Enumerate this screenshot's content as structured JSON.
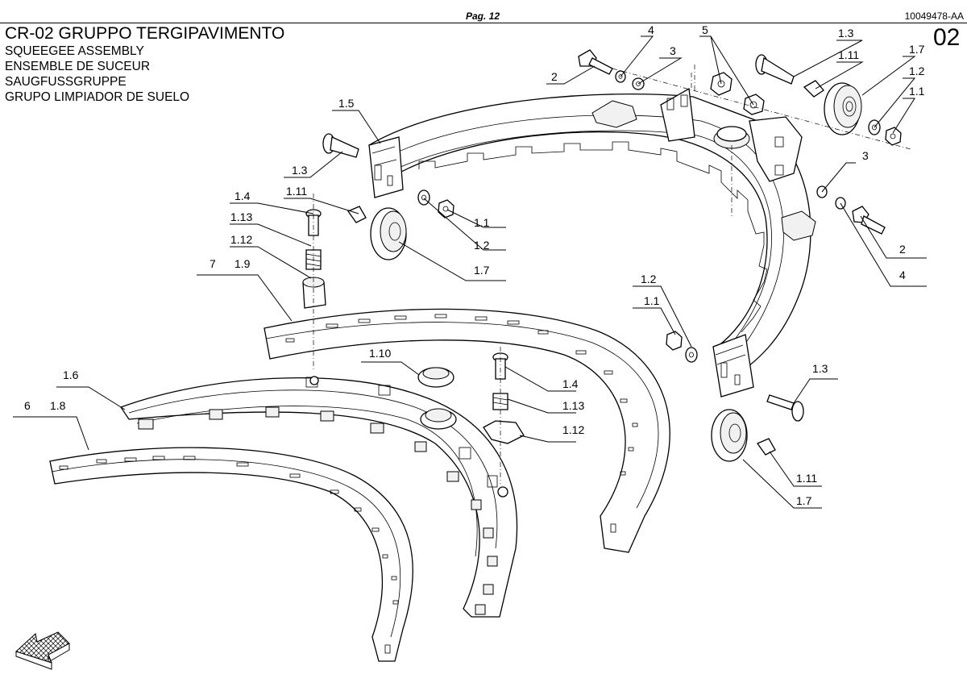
{
  "header": {
    "page": "Pag. 12",
    "doc_code": "10049478-AA",
    "group_code": "02"
  },
  "titles": [
    "CR-02 GRUPPO TERGIPAVIMENTO",
    "SQUEEGEE ASSEMBLY",
    "ENSEMBLE DE SUCEUR",
    "SAUGFUSSGRUPPE",
    "GRUPO LIMPIADOR DE SUELO"
  ],
  "callouts": [
    "4",
    "5",
    "3",
    "2",
    "1.3",
    "1.11",
    "1.7",
    "1.2",
    "1.1",
    "1.5",
    "1.3",
    "1.11",
    "1.1",
    "1.2",
    "1.7",
    "3",
    "2",
    "4",
    "1.4",
    "1.13",
    "1.12",
    "7",
    "1.9",
    "1.2",
    "1.1",
    "1.3",
    "1.11",
    "1.7",
    "1.10",
    "1.4",
    "1.13",
    "1.12",
    "1.6",
    "6",
    "1.8"
  ],
  "icons": {
    "direction_arrow": "crosshatched-arrow-icon"
  }
}
